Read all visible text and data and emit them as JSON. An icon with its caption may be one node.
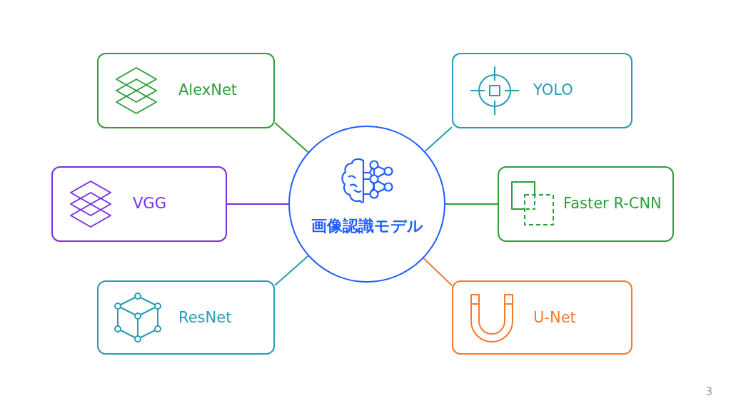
{
  "diagram": {
    "nodes": [
      {
        "text": [
          "画像認識モデル"
        ]
      },
      {
        "text": [
          "AlexNet"
        ]
      },
      {
        "text": [
          "YOLO"
        ]
      },
      {
        "text": [
          "VGG"
        ]
      },
      {
        "text": [
          "Faster R-CNN"
        ]
      },
      {
        "text": [
          "ResNet"
        ]
      },
      {
        "text": [
          "U-Net"
        ]
      }
    ],
    "edges": [
      {
        "from": 1,
        "to": 0,
        "arrow": "none",
        "color": "#2e9e3a"
      },
      {
        "from": 2,
        "to": 0,
        "arrow": "none",
        "color": "#2a9bb5"
      },
      {
        "from": 3,
        "to": 0,
        "arrow": "none",
        "color": "#7a2fe0"
      },
      {
        "from": 4,
        "to": 0,
        "arrow": "none",
        "color": "#2e9e3a"
      },
      {
        "from": 5,
        "to": 0,
        "arrow": "none",
        "color": "#2a9bb5"
      },
      {
        "from": 6,
        "to": 0,
        "arrow": "none",
        "color": "#f47a2c"
      }
    ],
    "labels": [
      "3"
    ]
  }
}
